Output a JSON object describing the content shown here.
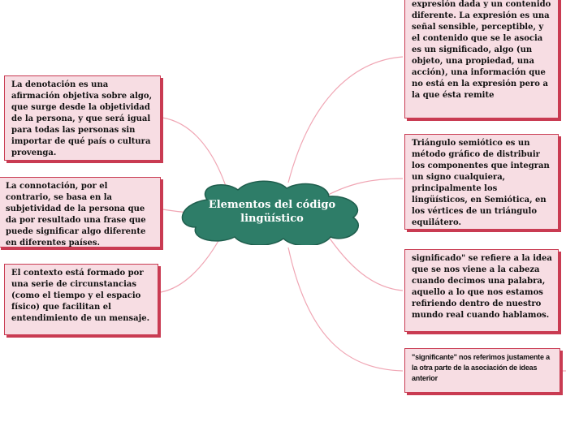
{
  "center": {
    "label": "Elementos del código lingüístico"
  },
  "left": [
    {
      "text": "La denotación es una afirmación objetiva sobre algo, que surge desde la objetividad de la persona, y que será igual para todas las personas sin importar de qué país o cultura provenga."
    },
    {
      "text": "La connotación, por el contrario, se basa en la subjetividad de la persona que da por resultado una frase que puede significar algo diferente en diferentes países."
    },
    {
      "text": "El contexto está formado por una serie de circunstancias (como el tiempo y el espacio físico) que facilitan el entendimiento de un mensaje."
    }
  ],
  "right": [
    {
      "text": "expresión dada y un contenido diferente. La expresión es una señal sensible, perceptible, y el contenido que se le asocia es un significado, algo (un objeto, una propiedad, una acción), una información que no está en la expresión pero a la que ésta remite"
    },
    {
      "text": "Triángulo semiótico es un método gráfico de distribuir los componentes que integran un signo cualquiera, principalmente los lingüísticos, en Semiótica, en los vértices de un triángulo equilátero."
    },
    {
      "text": "significado\" se refiere a la idea que se nos viene a la cabeza cuando decimos una palabra, aquello a lo que nos estamos refiriendo dentro de nuestro mundo real cuando hablamos."
    },
    {
      "text": "\"significante\" nos referimos justamente a la otra parte de la asociación de ideas anterior"
    }
  ],
  "colors": {
    "cloud": "#2e7d68",
    "border": "#c93b52",
    "card_bg": "#f7dde3",
    "link": "#f0a6b4"
  }
}
